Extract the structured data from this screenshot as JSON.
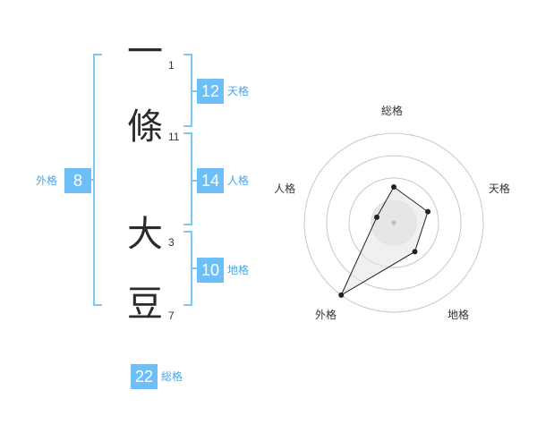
{
  "name": {
    "characters": [
      {
        "char": "一",
        "strokes": "1"
      },
      {
        "char": "條",
        "strokes": "11"
      },
      {
        "char": "大",
        "strokes": "3"
      },
      {
        "char": "豆",
        "strokes": "7"
      }
    ]
  },
  "scores": {
    "tenkaku": {
      "value": "12",
      "label": "天格"
    },
    "jinkaku": {
      "value": "14",
      "label": "人格"
    },
    "chikaku": {
      "value": "10",
      "label": "地格"
    },
    "gaikaku": {
      "value": "8",
      "label": "外格"
    },
    "soukaku": {
      "value": "22",
      "label": "総格"
    }
  },
  "chart_data": {
    "type": "radar",
    "axes": [
      "総格",
      "天格",
      "地格",
      "外格",
      "人格"
    ],
    "values": [
      2,
      2,
      2,
      5,
      1
    ],
    "rmax": 5,
    "rings": 4,
    "colors": {
      "line": "#222222",
      "fill": "#e6e6e6",
      "ring": "#c8c8c8"
    }
  },
  "colors": {
    "accent": "#6cbff7",
    "bracket": "#7cc8f8",
    "label": "#4aa6e8"
  }
}
